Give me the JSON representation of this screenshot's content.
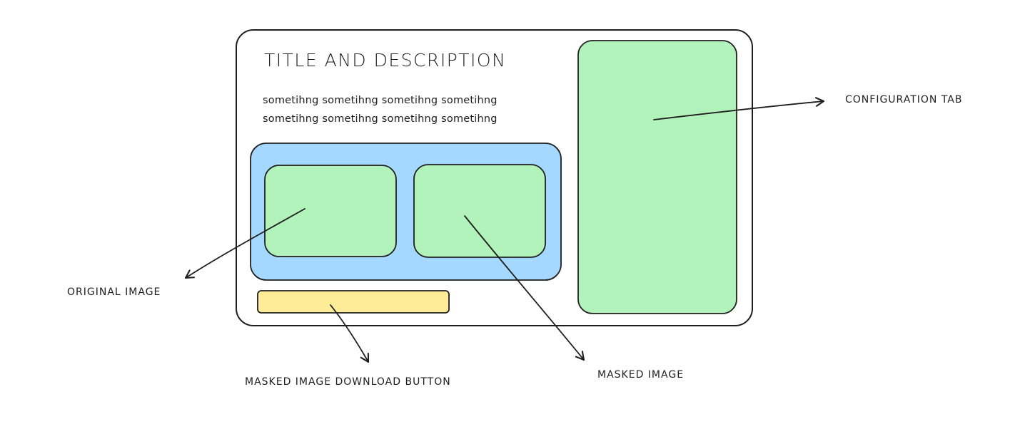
{
  "mockup": {
    "title": "TITLE AND DESCRIPTION",
    "description_lines": [
      "sometihng sometihng sometihng sometihng",
      "sometihng sometihng sometihng sometihng"
    ]
  },
  "annotations": {
    "configuration_tab": "CONFIGURATION TAB",
    "original_image": "ORIGINAL IMAGE",
    "download_button": "MASKED IMAGE DOWNLOAD BUTTON",
    "masked_image": "MASKED IMAGE"
  },
  "colors": {
    "stroke": "#1e1e1e",
    "green_fill": "#b2f2bb",
    "blue_fill": "#a5d8ff",
    "yellow_fill": "#ffec99",
    "background": "#ffffff"
  }
}
